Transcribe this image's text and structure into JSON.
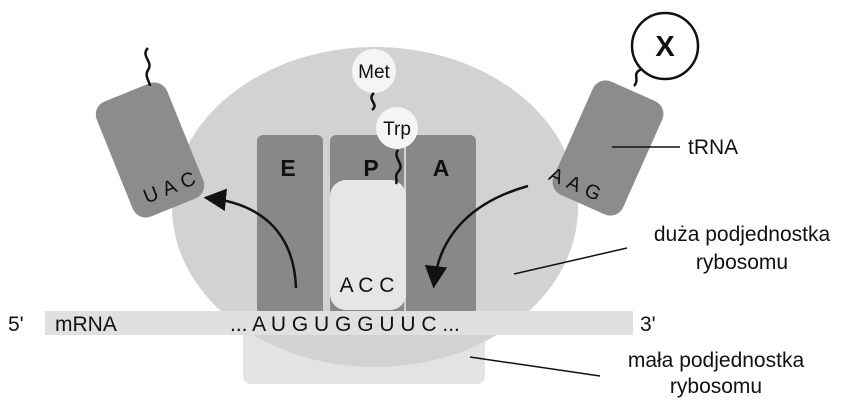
{
  "small_subunit_fill": "#e3e3e3",
  "large_subunit_fill": "#d2d2d2",
  "site_fill": "#888888",
  "trna_fill": "#8c8c8c",
  "mrna": {
    "five_prime": "5'",
    "three_prime": "3'",
    "label": "mRNA",
    "sequence": "... A U G U G G U U C ..."
  },
  "sites": {
    "e": "E",
    "p": "P",
    "a": "A"
  },
  "amino_acids": {
    "met": "Met",
    "trp": "Trp",
    "unknown": "X"
  },
  "anticodons": {
    "e_site_trna": "UAC",
    "p_site_trna": "A C C",
    "a_site_trna": "AAG"
  },
  "labels": {
    "trna": "tRNA",
    "large_subunit_line1": "duża podjednostka",
    "large_subunit_line2": "rybosomu",
    "small_subunit_line1": "mała podjednostka",
    "small_subunit_line2": "rybosomu"
  }
}
